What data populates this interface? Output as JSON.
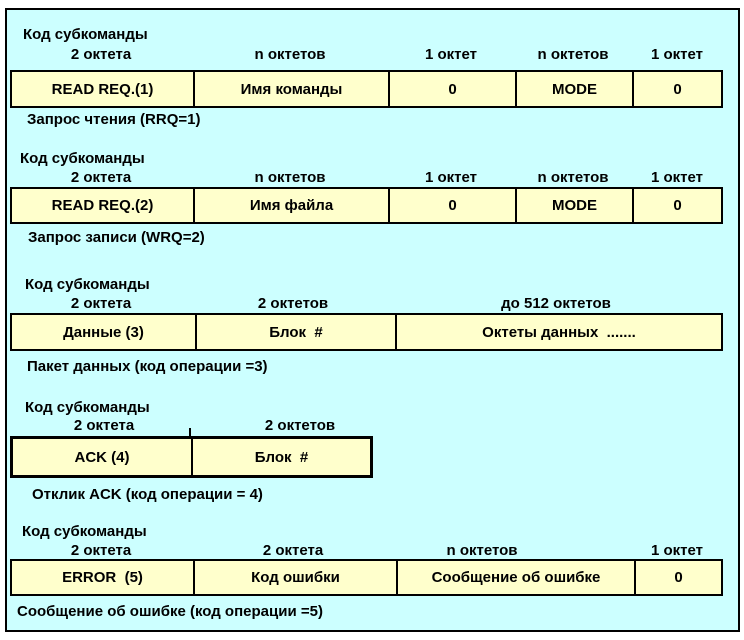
{
  "colors": {
    "background": "#CCFFFF",
    "cell_fill": "#FFFFCC",
    "border": "#000000",
    "page": "#FFFFFF"
  },
  "sections": [
    {
      "label": "Код субкоманды",
      "headers": [
        "2 октета",
        "n октетов",
        "1 октет",
        "n октетов",
        "1 октет"
      ],
      "cells": [
        "READ REQ.(1)",
        "Имя команды",
        "0",
        "MODE",
        "0"
      ],
      "caption": "Запрос чтения (RRQ=1)"
    },
    {
      "label": "Код субкоманды",
      "headers": [
        "2 октета",
        "n октетов",
        "1 октет",
        "n октетов",
        "1 октет"
      ],
      "cells": [
        "READ REQ.(2)",
        "Имя файла",
        "0",
        "MODE",
        "0"
      ],
      "caption": "Запрос записи (WRQ=2)"
    },
    {
      "label": "Код субкоманды",
      "headers": [
        "2 октета",
        "2 октетов",
        "до 512 октетов"
      ],
      "cells": [
        "Данные (3)",
        "Блок  #",
        "Октеты данных  ......."
      ],
      "caption": "Пакет данных (код операции =3)"
    },
    {
      "label": "Код субкоманды",
      "headers": [
        "2 октета",
        "2 октетов"
      ],
      "cells": [
        "ACK (4)",
        "Блок  #"
      ],
      "caption": "Отклик ACK (код операции = 4)"
    },
    {
      "label": "Код субкоманды",
      "headers": [
        "2 октета",
        "2 октета",
        "n октетов",
        "1 октет"
      ],
      "cells": [
        "ERROR  (5)",
        "Код ошибки",
        "Сообщение об ошибке",
        "0"
      ],
      "caption": "Сообщение об ошибке (код операции =5)"
    }
  ]
}
